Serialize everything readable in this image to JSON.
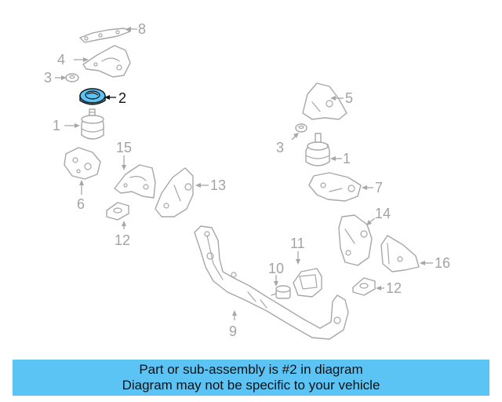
{
  "diagram": {
    "highlight_color": "#5bc4f5",
    "callouts": {
      "c8": "8",
      "c4": "4",
      "c3a": "3",
      "c2": "2",
      "c1a": "1",
      "c15": "15",
      "c6": "6",
      "c13": "13",
      "c12a": "12",
      "c5": "5",
      "c3b": "3",
      "c1b": "1",
      "c7": "7",
      "c14": "14",
      "c11": "11",
      "c16": "16",
      "c10": "10",
      "c12b": "12",
      "c9": "9"
    }
  },
  "banner": {
    "line1": "Part or sub-assembly is #2 in diagram",
    "line2": "Diagram may not be specific to your vehicle",
    "color": "#5bc4f5"
  }
}
